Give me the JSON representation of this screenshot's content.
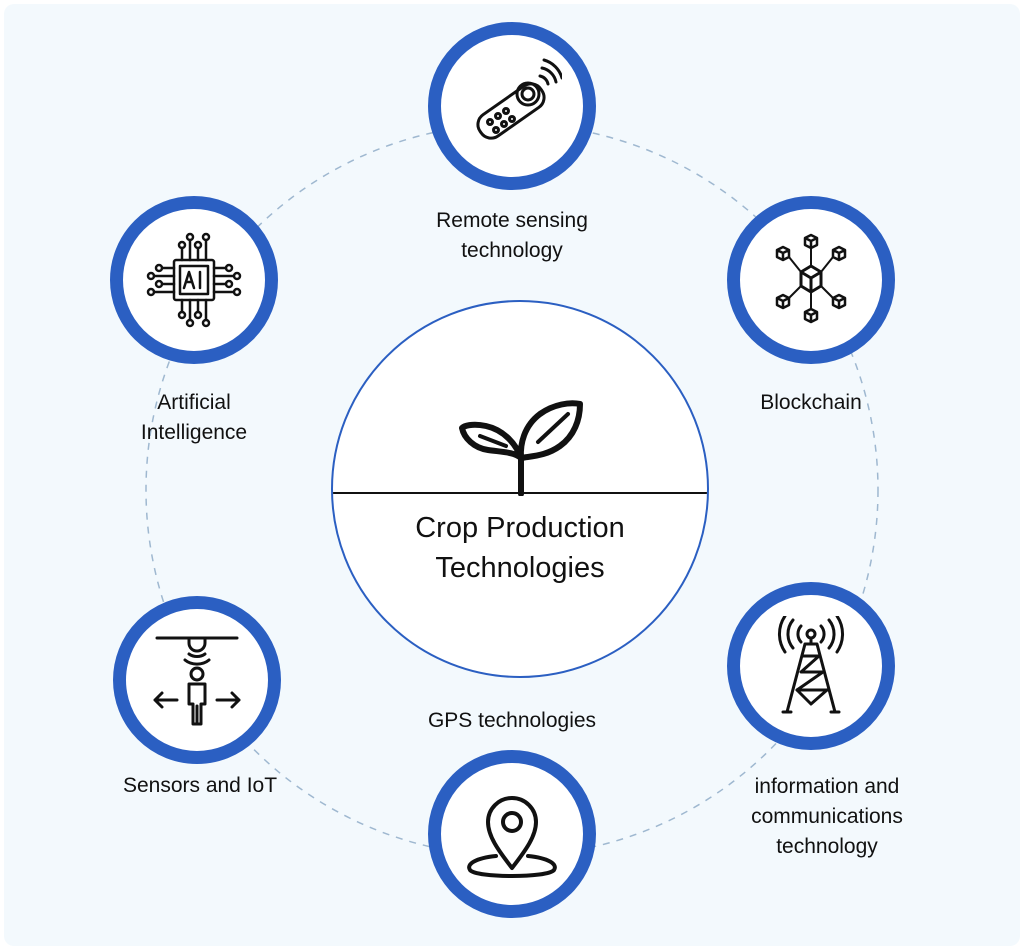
{
  "diagram": {
    "center": {
      "title_line1": "Crop Production",
      "title_line2": "Technologies",
      "icon": "sprout-icon"
    },
    "nodes": [
      {
        "id": "remote",
        "icon": "remote-control-icon",
        "label_lines": [
          "Remote sensing",
          "technology"
        ]
      },
      {
        "id": "blockchain",
        "icon": "blockchain-icon",
        "label_lines": [
          "Blockchain"
        ]
      },
      {
        "id": "ict",
        "icon": "signal-tower-icon",
        "label_lines": [
          "information and",
          "communications",
          "technology"
        ]
      },
      {
        "id": "gps",
        "icon": "location-pin-icon",
        "label_lines": [
          "GPS technologies"
        ]
      },
      {
        "id": "sensors",
        "icon": "motion-sensor-icon",
        "label_lines": [
          "Sensors and IoT"
        ]
      },
      {
        "id": "ai",
        "icon": "ai-chip-icon",
        "label_lines": [
          "Artificial",
          "Intelligence"
        ]
      }
    ]
  },
  "colors": {
    "ring": "#2b5fc2",
    "background": "#f3f9fd",
    "dashed_circle": "#9fb8d0",
    "text": "#111111"
  }
}
